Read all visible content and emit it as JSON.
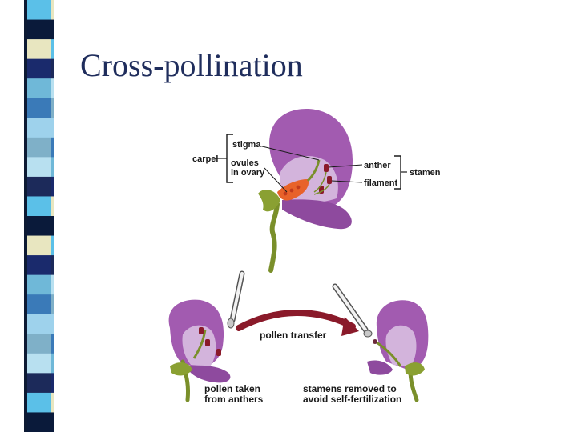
{
  "slide": {
    "title": "Cross-pollination"
  },
  "diagram": {
    "labels": {
      "carpel": "carpel",
      "stigma": "stigma",
      "ovules_line1": "ovules",
      "ovules_line2": "in ovary",
      "anther": "anther",
      "filament": "filament",
      "stamen": "stamen",
      "pollen_transfer": "pollen transfer",
      "pollen_taken_line1": "pollen taken",
      "pollen_taken_line2": "from anthers",
      "stamens_removed_line1": "stamens removed to",
      "stamens_removed_line2": "avoid self-fertilization"
    }
  },
  "colors": {
    "title": "#1f2d5c",
    "petal": "#a25bb0",
    "petal_light": "#d3b4dc",
    "stem": "#7a8f2a",
    "arrow": "#8a1a2a",
    "ovary": "#e8622a"
  }
}
